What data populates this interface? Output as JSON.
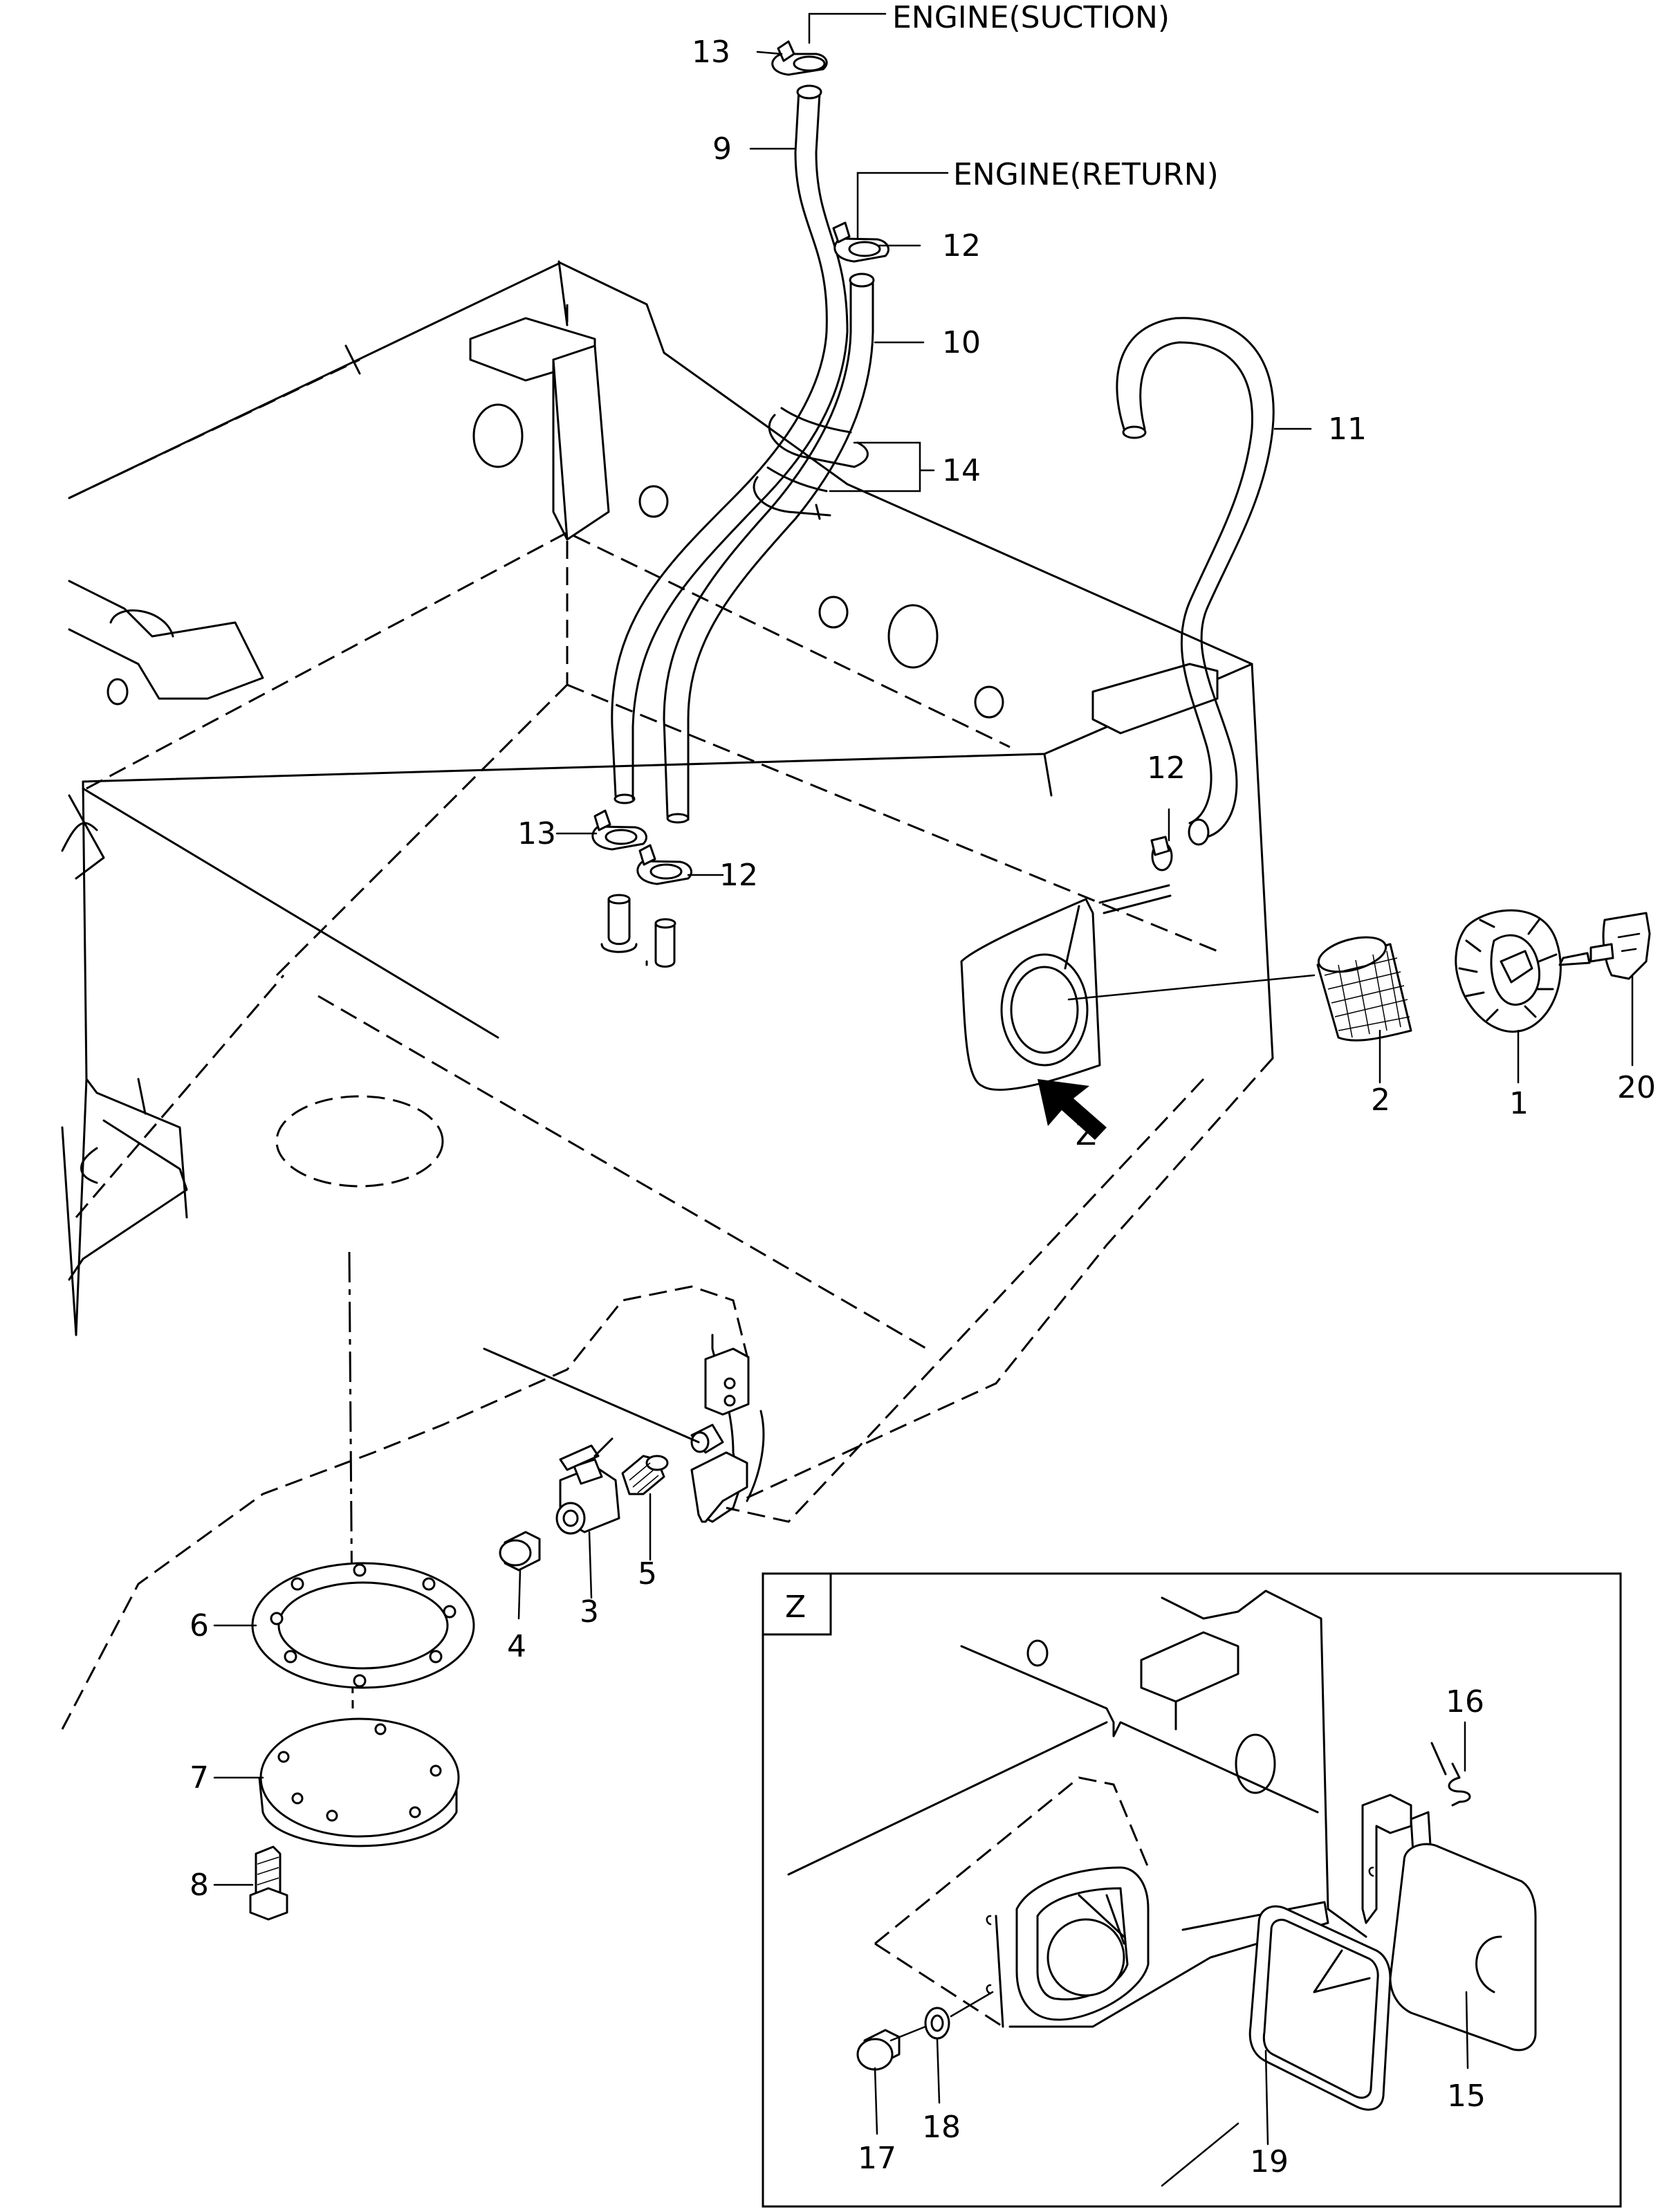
{
  "callouts": [
    {
      "id": "c1",
      "label": "1"
    },
    {
      "id": "c2",
      "label": "2"
    },
    {
      "id": "c3",
      "label": "3"
    },
    {
      "id": "c4",
      "label": "4"
    },
    {
      "id": "c5",
      "label": "5"
    },
    {
      "id": "c6",
      "label": "6"
    },
    {
      "id": "c7",
      "label": "7"
    },
    {
      "id": "c8",
      "label": "8"
    },
    {
      "id": "c9",
      "label": "9"
    },
    {
      "id": "c10",
      "label": "10"
    },
    {
      "id": "c11",
      "label": "11"
    },
    {
      "id": "c12a",
      "label": "12"
    },
    {
      "id": "c12b",
      "label": "12"
    },
    {
      "id": "c12c",
      "label": "12"
    },
    {
      "id": "c13a",
      "label": "13"
    },
    {
      "id": "c13b",
      "label": "13"
    },
    {
      "id": "c14",
      "label": "14"
    },
    {
      "id": "c15",
      "label": "15"
    },
    {
      "id": "c16",
      "label": "16"
    },
    {
      "id": "c17",
      "label": "17"
    },
    {
      "id": "c18",
      "label": "18"
    },
    {
      "id": "c19",
      "label": "19"
    },
    {
      "id": "c20",
      "label": "20"
    }
  ],
  "annotations": {
    "engine_suction": "ENGINE(SUCTION)",
    "engine_return": "ENGINE(RETURN)",
    "view_marker": "Z",
    "detail_box_label": "Z"
  }
}
